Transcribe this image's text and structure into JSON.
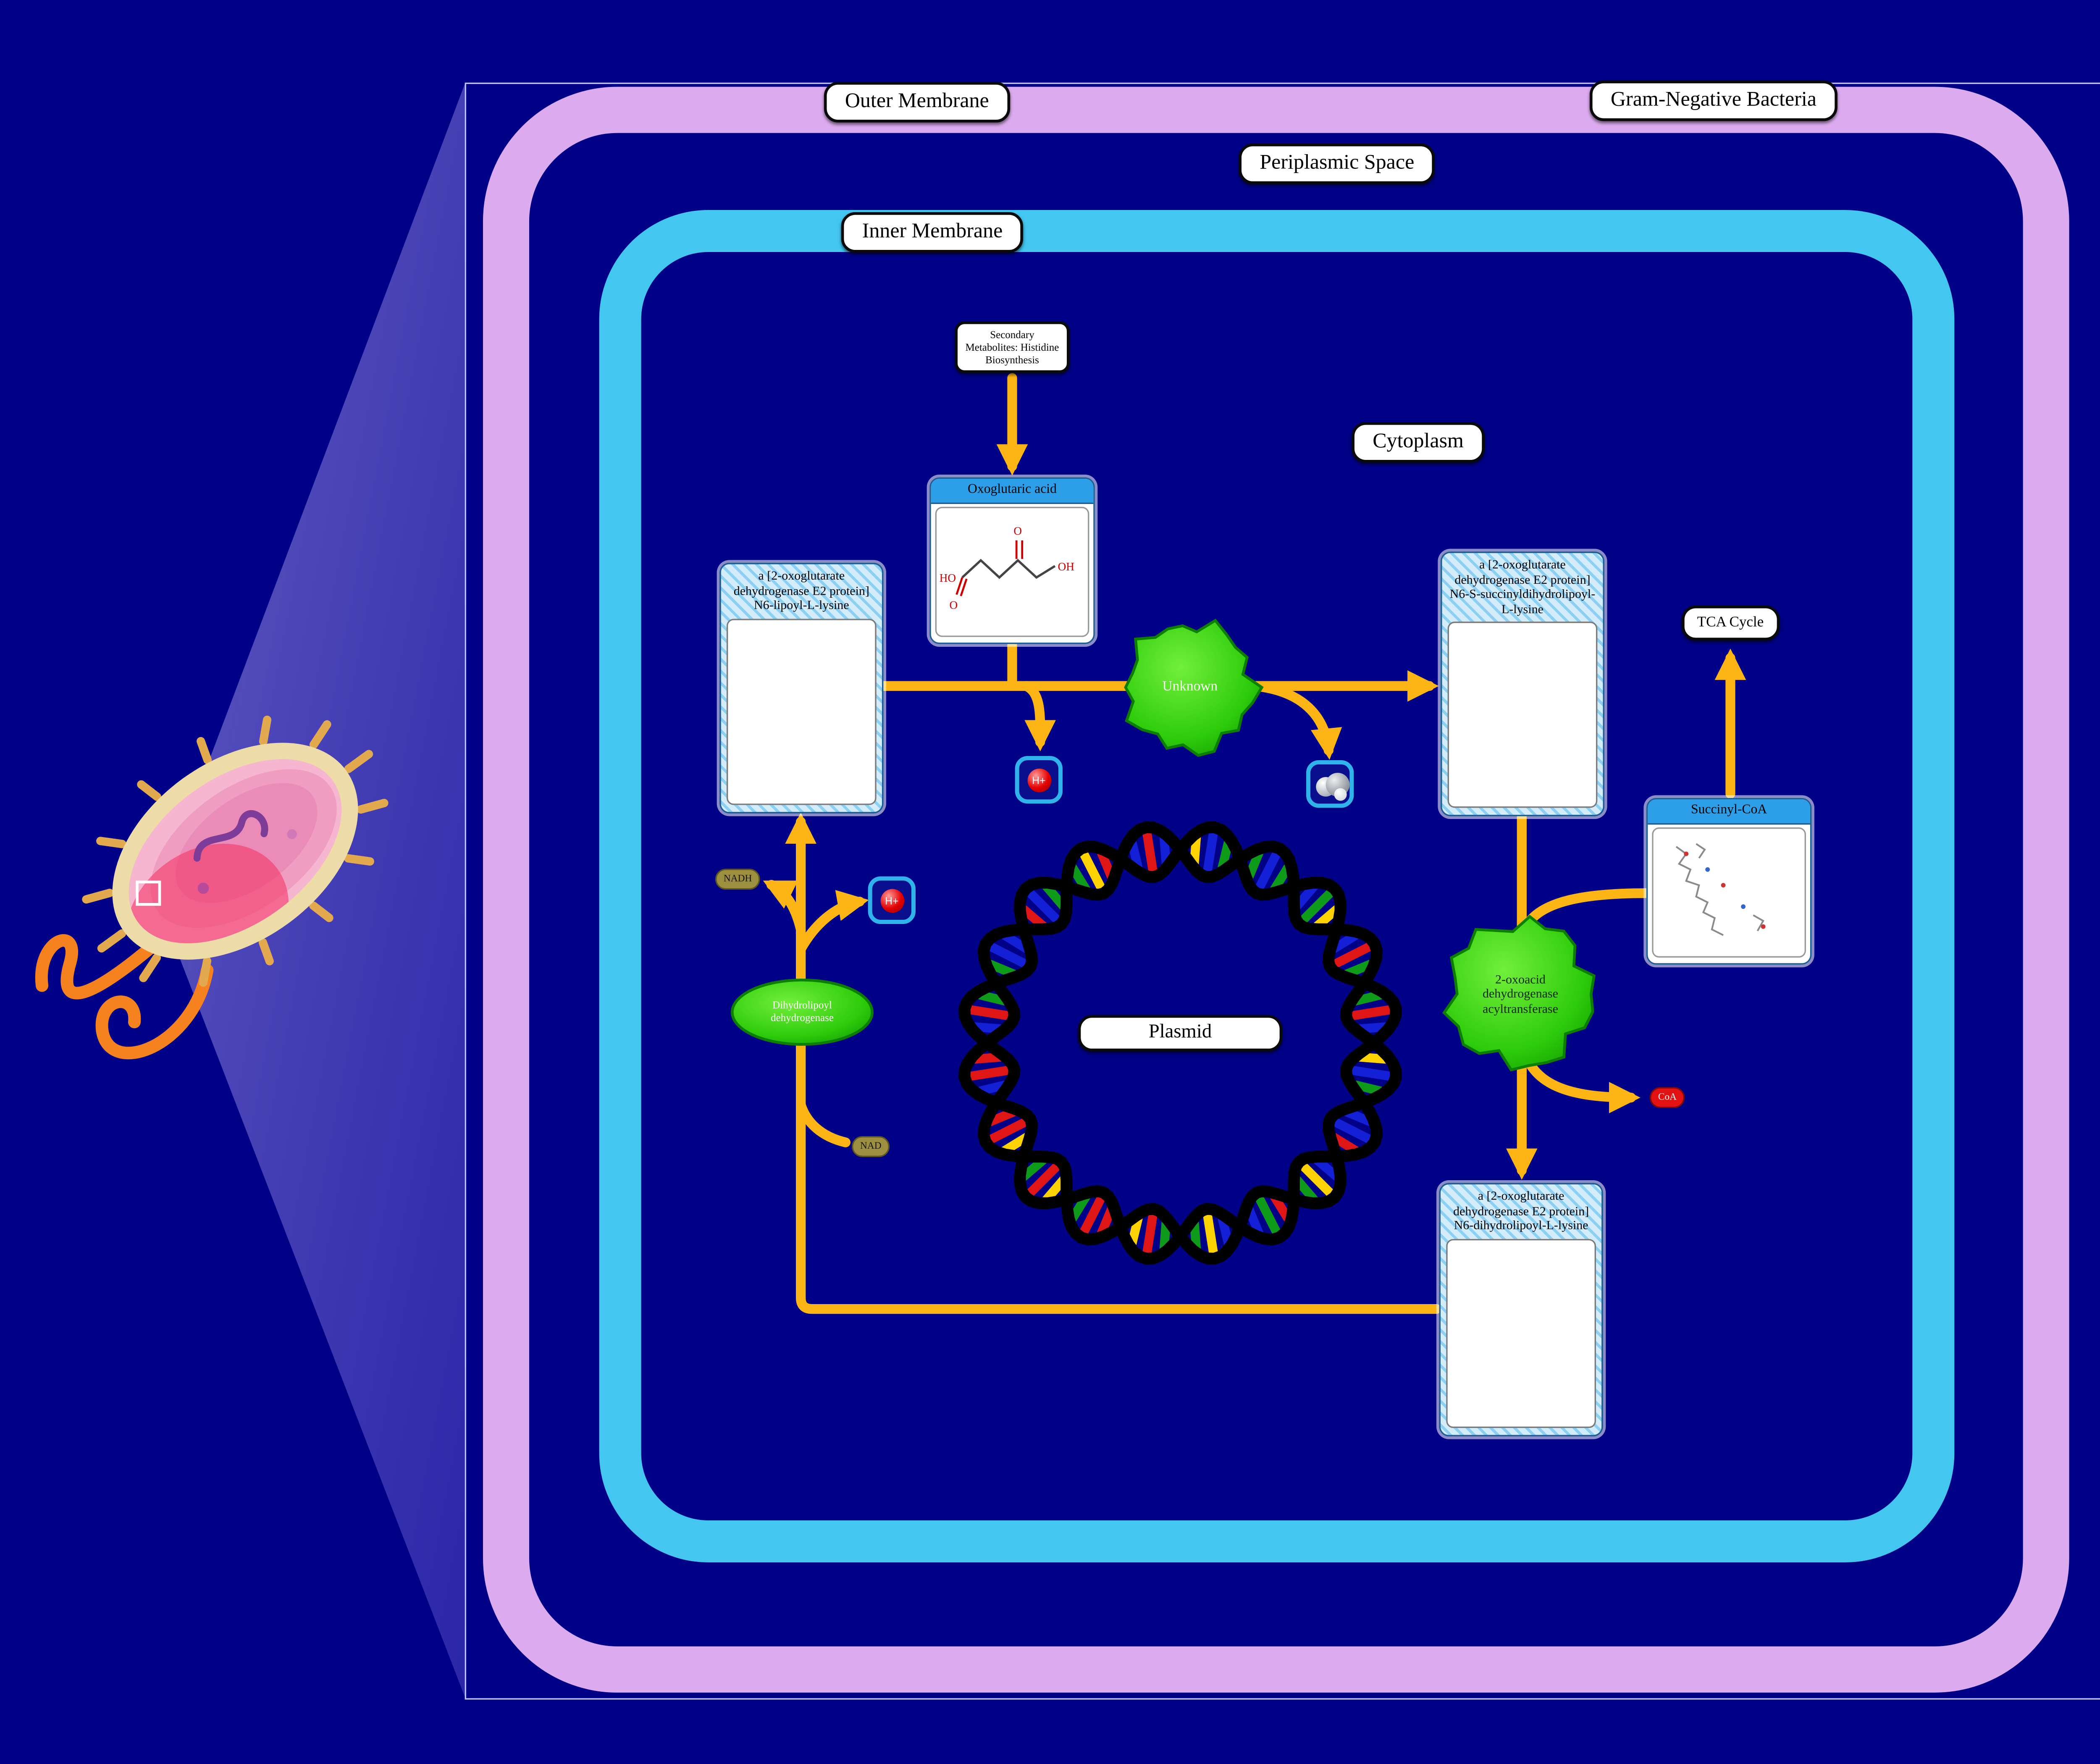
{
  "scene": {
    "labels": {
      "outer_membrane": "Outer Membrane",
      "gram_negative_bacteria": "Gram-Negative Bacteria",
      "periplasmic_space": "Periplasmic Space",
      "inner_membrane": "Inner Membrane",
      "cytoplasm": "Cytoplasm",
      "plasmid": "Plasmid",
      "tca_cycle": "TCA Cycle",
      "secondary_metabolites": "Secondary Metabolites: Histidine Biosynthesis"
    },
    "compounds": {
      "oxoglutaric_acid": "Oxoglutaric acid",
      "succinyl_coa": "Succinyl-CoA",
      "e2_lipoyl_lysine": "a [2-oxoglutarate dehydrogenase E2 protein] N6-lipoyl-L-lysine",
      "e2_succinyldihydrolipoyl_lysine": "a [2-oxoglutarate dehydrogenase E2 protein] N6-S-succinyldihydrolipoyl-L-lysine",
      "e2_dihydrolipoyl_lysine": "a [2-oxoglutarate dehydrogenase E2 protein] N6-dihydrolipoyl-L-lysine"
    },
    "enzymes": {
      "unknown": "Unknown",
      "acyltransferase": "2-oxoacid dehydrogenase acyltransferase",
      "dihydrolipoyl_dehydrogenase": "Dihydrolipoyl dehydrogenase"
    },
    "small_molecules": {
      "nadh": "NADH",
      "nad": "NAD",
      "coa": "CoA",
      "proton_a": "H+",
      "proton_b": "H+"
    },
    "colors": {
      "background": "#000187",
      "outer_membrane": "#DCAAEE",
      "inner_membrane": "#43C6F0",
      "arrow": "#FDB515",
      "enzyme_green": "#2ECC0B",
      "compound_header_blue": "#2D9FE8",
      "plasmid_rungs": [
        "#1420d6",
        "#0f9b1a",
        "#e01616",
        "#ffd300"
      ]
    }
  }
}
